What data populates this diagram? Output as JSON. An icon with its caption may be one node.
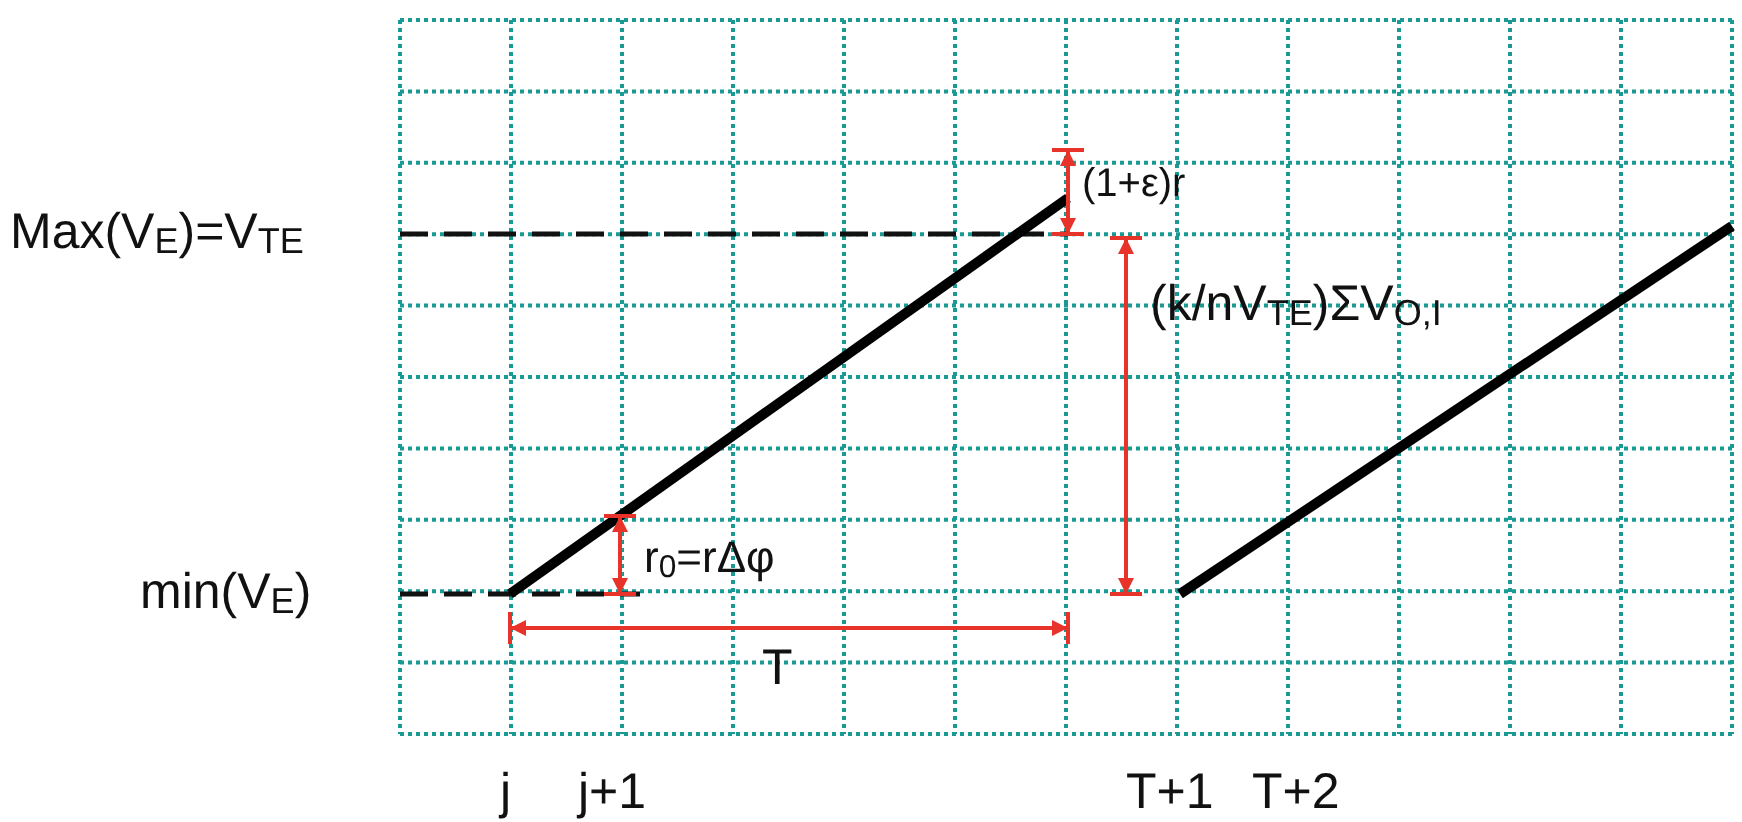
{
  "diagram": {
    "labels": [
      "(1+ε)r",
      "Max(V$_{E}$)=V$_{TE}$",
      "(k/nV$_{TE}$)ΣV$_{O,I}$",
      "r$_{0}$=rΔφ",
      "min(V$_{E}$)",
      "T",
      "j",
      "j+1",
      "T+1",
      "T+2"
    ]
  }
}
